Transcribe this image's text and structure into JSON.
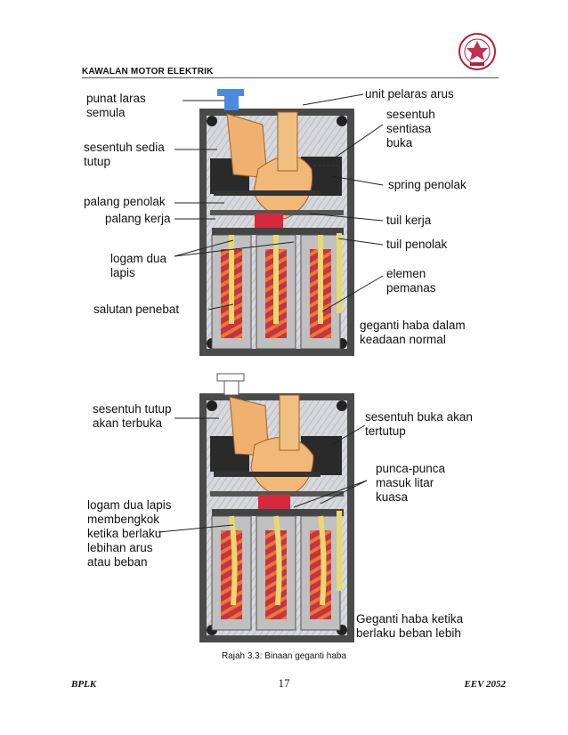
{
  "header": {
    "title": "KAWALAN MOTOR ELEKTRIK"
  },
  "figure1": {
    "labels": {
      "reset_button": [
        "punat laras",
        "semula"
      ],
      "nc_contact": [
        "sesentuh sedia",
        "tutup"
      ],
      "push_bar": "palang penolak",
      "work_bar": "palang kerja",
      "bimetal": [
        "logam dua",
        "lapis"
      ],
      "insulation": "salutan penebat",
      "current_unit": "unit pelaras arus",
      "no_contact": [
        "sesentuh",
        "sentiasa",
        "buka"
      ],
      "spring": "spring penolak",
      "work_lever": "tuil kerja",
      "push_lever": "tuil penolak",
      "heater": [
        "elemen",
        "pemanas"
      ],
      "state": [
        "geganti haba dalam",
        "keadaan normal"
      ]
    }
  },
  "figure2": {
    "labels": {
      "contact_opening": [
        "sesentuh tutup",
        "akan terbuka"
      ],
      "bimetal_bend": [
        "logam dua lapis",
        "membengkok",
        "ketika berlaku",
        "lebihan arus",
        "atau beban"
      ],
      "contact_closing": [
        "sesentuh buka akan",
        "tertutup"
      ],
      "terminals": [
        "punca-punca",
        "masuk litar",
        "kuasa"
      ],
      "state": [
        "Geganti haba ketika",
        "berlaku beban lebih"
      ]
    }
  },
  "caption": "Rajah 3.3: Binaan geganti haba",
  "footer": {
    "left": "BPLK",
    "page": "17",
    "right": "EEV 2052"
  }
}
